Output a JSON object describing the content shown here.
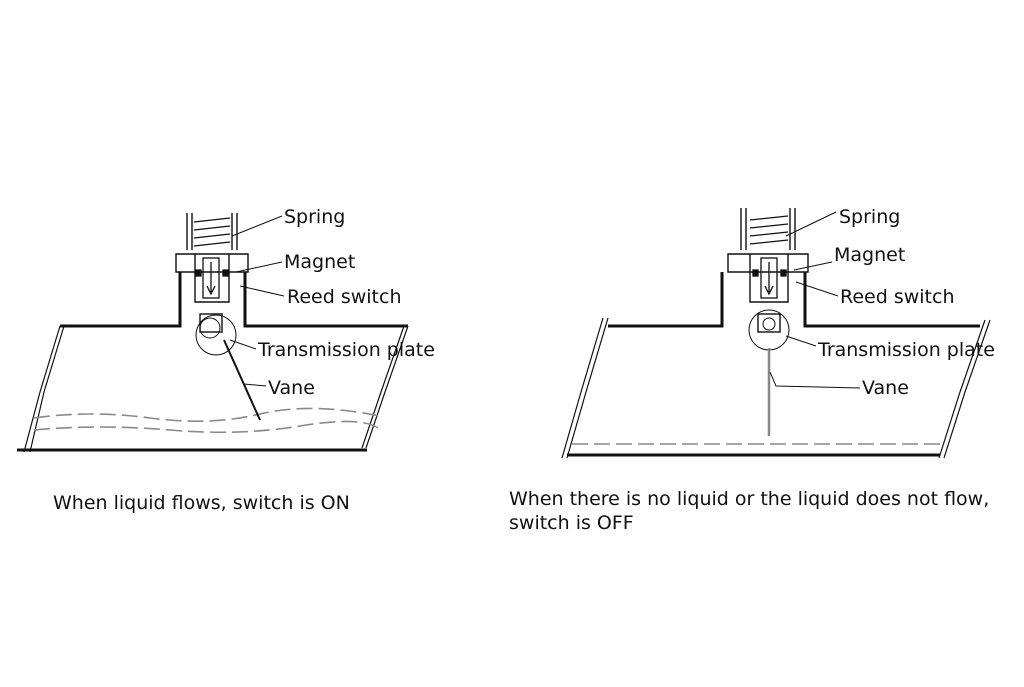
{
  "left": {
    "labels": {
      "spring": "Spring",
      "magnet": "Magnet",
      "reed_switch": "Reed switch",
      "transmission_plate": "Transmission plate",
      "vane": "Vane"
    },
    "caption": "When liquid flows, switch is ON"
  },
  "right": {
    "labels": {
      "spring": "Spring",
      "magnet": "Magnet",
      "reed_switch": "Reed switch",
      "transmission_plate": "Transmission plate",
      "vane": "Vane"
    },
    "caption_line1": "When there is no liquid or the liquid does not flow,",
    "caption_line2": "switch is OFF"
  },
  "colors": {
    "line": "#111111",
    "liquid": "#8a8a8a",
    "vane_off": "#888888"
  }
}
